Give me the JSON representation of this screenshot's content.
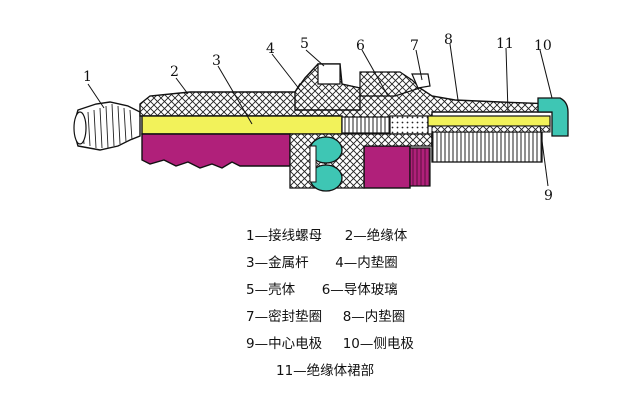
{
  "callouts": [
    "1",
    "2",
    "3",
    "4",
    "5",
    "6",
    "7",
    "8",
    "11",
    "10",
    "9"
  ],
  "legend": {
    "row1": {
      "a": "1—接线螺母",
      "b": "2—绝缘体"
    },
    "row2": {
      "a": "3—金属杆",
      "b": "4—内垫圈"
    },
    "row3": {
      "a": "5—壳体",
      "b": "6—导体玻璃"
    },
    "row4": {
      "a": "7—密封垫圈",
      "b": "8—内垫圈"
    },
    "row5": {
      "a": "9—中心电极",
      "b": "10—侧电极"
    },
    "row6": {
      "a": "11—绝缘体裙部"
    }
  },
  "colors": {
    "insulator_fill": "#ffffff",
    "metal_rod": "#f2f25a",
    "magenta": "#b0207a",
    "teal": "#3ec6b4",
    "outline": "#111111"
  }
}
